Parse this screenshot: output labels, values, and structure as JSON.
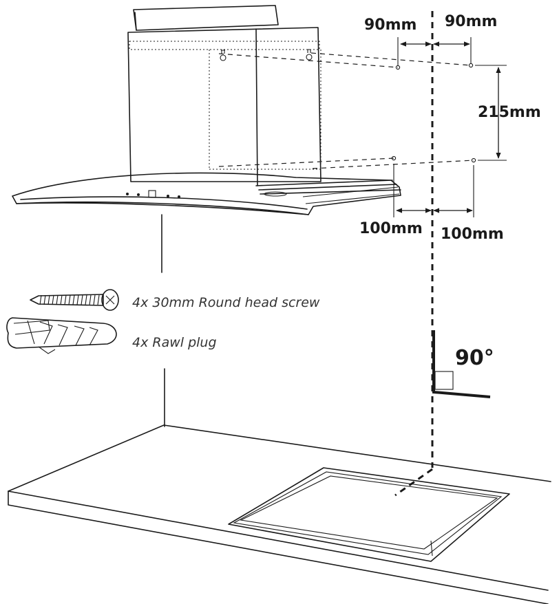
{
  "dimensions": {
    "top_left": "90mm",
    "top_right": "90mm",
    "vertical": "215mm",
    "bottom_left": "100mm",
    "bottom_right": "100mm",
    "angle": "90°"
  },
  "parts": [
    {
      "label": "4x 30mm Round head screw"
    },
    {
      "label": "4x Rawl plug"
    }
  ]
}
